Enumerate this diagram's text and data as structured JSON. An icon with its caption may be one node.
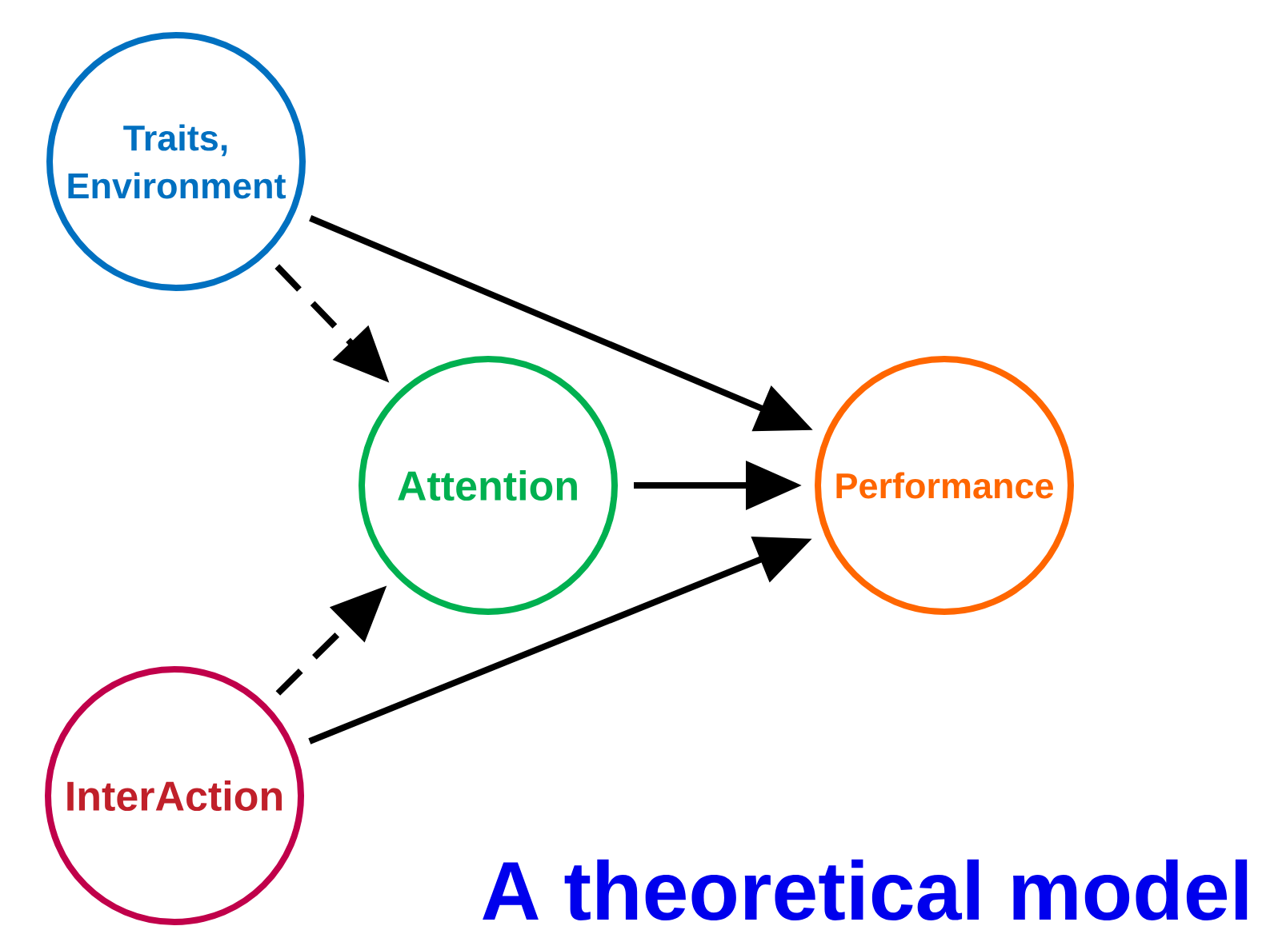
{
  "diagram": {
    "title": "A theoretical model",
    "nodes": [
      {
        "text": [
          "Traits, Environment"
        ]
      },
      {
        "text": [
          "Attention"
        ]
      },
      {
        "text": [
          "Performance"
        ]
      },
      {
        "text": [
          "InterAction"
        ]
      }
    ],
    "edges": [
      {
        "from": 0,
        "to": 1,
        "arrow": "to",
        "style": "dashed"
      },
      {
        "from": 0,
        "to": 2,
        "arrow": "to"
      },
      {
        "from": 1,
        "to": 2,
        "arrow": "to"
      },
      {
        "from": 3,
        "to": 1,
        "arrow": "to",
        "style": "dashed"
      },
      {
        "from": 3,
        "to": 2,
        "arrow": "to"
      }
    ]
  }
}
